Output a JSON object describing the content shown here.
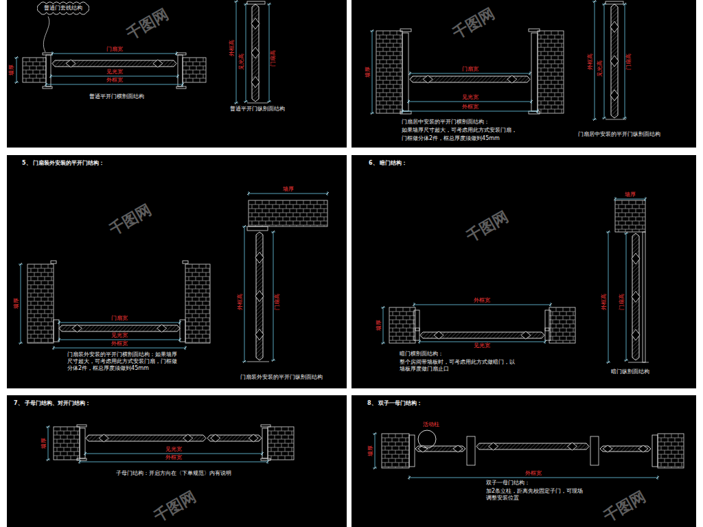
{
  "diagram": {
    "nodes": [
      {
        "text": [
          "普通门套线结构"
        ]
      }
    ],
    "labels": [
      "墙厚",
      "门扇宽",
      "见光宽",
      "外框宽",
      "普通平开门横剖面结构",
      "外框高",
      "见光高",
      "门扇高",
      "普通平开门纵剖面结构",
      "墙厚",
      "门扇宽",
      "见光宽",
      "外框宽",
      "门扇居中安装的平开门横剖面结构：",
      "如果墙厚尺寸超大，可考虑用此方式安装门扇，",
      "门框做分体2件，框总厚度须做到45mm",
      "外框高",
      "见光高",
      "门扇高",
      "门扇居中安装的平开门纵剖面结构",
      "5、 门扇装外安装的平开门结构：",
      "墙厚",
      "门扇宽",
      "见光宽",
      "外框宽",
      "门扇装外安装的平开门横剖面结构：如果墙厚尺寸超大，可考虑用此方式安装门扇，门框做分体2件，框总厚度须做到45mm",
      "墙厚",
      "外框高",
      "门扇高",
      "门扇装外安装的平开门纵剖面结构",
      "6、 暗门结构：",
      "墙厚",
      "外框宽",
      "见光宽",
      "暗门横剖面结构：",
      "整个房间带墙板时，可考虑用此方式做暗门，以墙板厚度做门扇止口",
      "墙厚",
      "外框高",
      "门扇高",
      "暗门纵剖面结构",
      "7、 子母门结构、对开门结构：",
      "墙厚",
      "见光宽",
      "外框宽",
      "子母门结构：开启方向在〈下单规范〉内有说明",
      "8、 双子一母门结构：",
      "墙厚",
      "活动柱",
      "外框宽",
      "双子一母门结构：",
      "加2条立柱，距离先校固定子门，可现场调整安装位置",
      "千图网",
      "千图网",
      "千图网",
      "千图网",
      "千图网",
      "千图网"
    ]
  }
}
